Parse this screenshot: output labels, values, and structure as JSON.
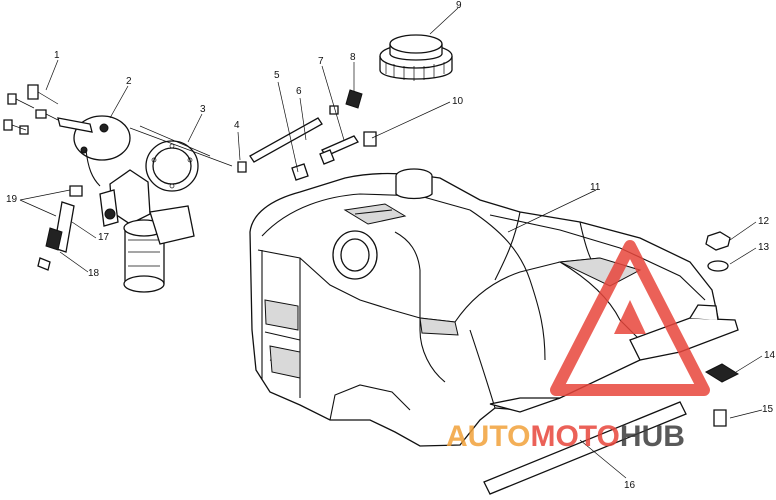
{
  "parts": [
    {
      "number": "1"
    },
    {
      "number": "2"
    },
    {
      "number": "3"
    },
    {
      "number": "4"
    },
    {
      "number": "5"
    },
    {
      "number": "6"
    },
    {
      "number": "7"
    },
    {
      "number": "8"
    },
    {
      "number": "9"
    },
    {
      "number": "10"
    },
    {
      "number": "11"
    },
    {
      "number": "12"
    },
    {
      "number": "13"
    },
    {
      "number": "14"
    },
    {
      "number": "15"
    },
    {
      "number": "16"
    },
    {
      "number": "17"
    },
    {
      "number": "18"
    },
    {
      "number": "19"
    }
  ],
  "watermark": {
    "part1": "AUTO",
    "part2": "MOTO",
    "part3": "HUB",
    "color_accent": "#f2a23a",
    "color_main": "#e8463c",
    "color_dark": "#3d3d3d"
  }
}
